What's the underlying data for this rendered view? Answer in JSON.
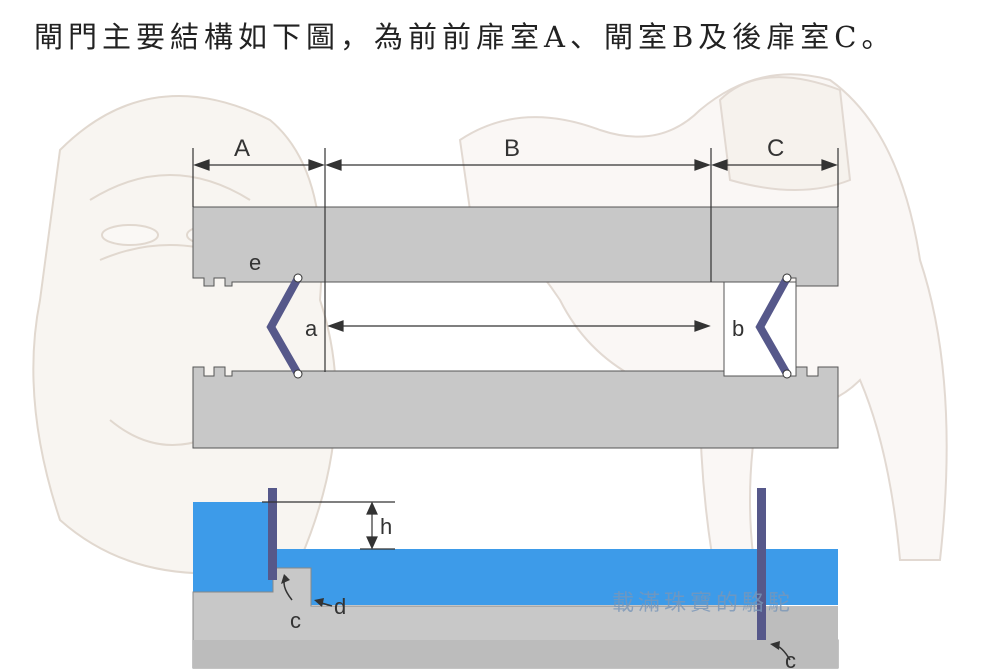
{
  "caption": "閘門主要結構如下圖，為前前扉室A、閘室B及後扉室C。",
  "labels": {
    "chamber_a": "A",
    "chamber_b": "B",
    "chamber_c": "C",
    "gate_a": "a",
    "gate_b": "b",
    "groove_e": "e",
    "height_h": "h",
    "sill_c_left": "c",
    "sill_d": "d",
    "sill_c_right": "c"
  },
  "watermark": "載滿珠寶的駱駝",
  "colors": {
    "wall": "#c8c8c8",
    "water": "#3d9be9",
    "gate": "#56588a",
    "outline": "#333333"
  }
}
